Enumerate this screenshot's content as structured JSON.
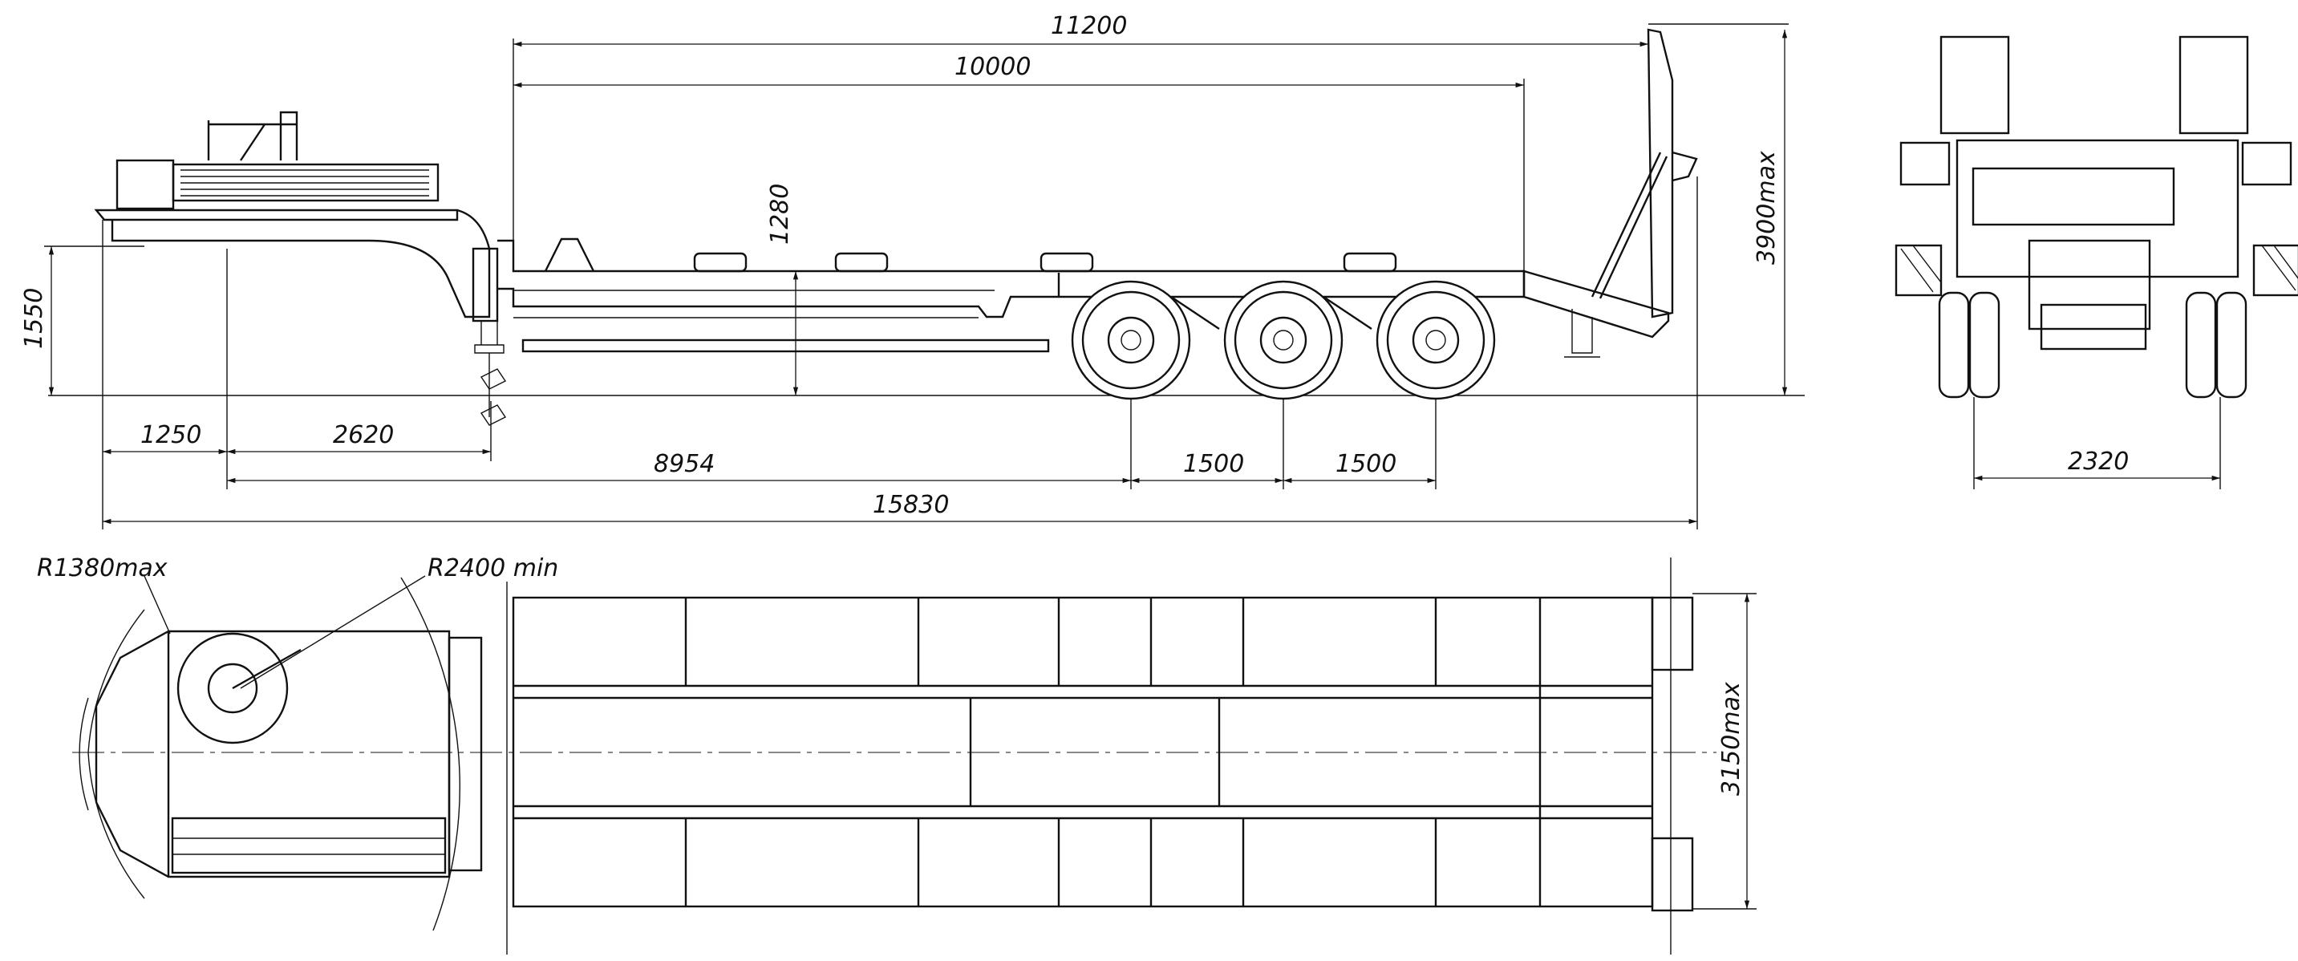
{
  "drawing": {
    "title": "Low-bed semitrailer, three-axle, general arrangement",
    "side_view": {
      "dimensions": {
        "overall_deck_with_ramps": "11200",
        "deck_length": "10000",
        "deck_height": "1280",
        "max_height": "3900max",
        "fifth_wheel_height": "1550",
        "front_overhang": "1250",
        "kingpin_to_support": "2620",
        "kingpin_to_first_axle": "8954",
        "axle_spacing_1": "1500",
        "axle_spacing_2": "1500",
        "overall_length": "15830"
      }
    },
    "rear_view": {
      "dimensions": {
        "track_width": "2320"
      }
    },
    "top_view": {
      "dimensions": {
        "front_swing_radius": "R1380max",
        "turning_radius": "R2400 min",
        "max_width": "3150max"
      }
    }
  }
}
